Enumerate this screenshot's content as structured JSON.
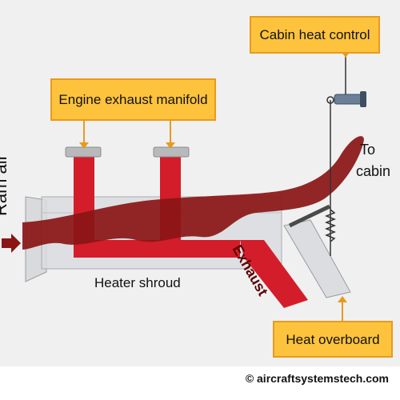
{
  "callouts": {
    "engine_exhaust_manifold": "Engine exhaust manifold",
    "cabin_heat_control": "Cabin heat control",
    "heat_overboard": "Heat overboard"
  },
  "labels": {
    "ram_air": "Ram air",
    "heater_shroud": "Heater shroud",
    "exhaust": "Exhaust",
    "to": "To",
    "cabin": "cabin"
  },
  "footer": {
    "copyright": "© aircraftsystemstech.com"
  },
  "colors": {
    "background": "#f0f0f1",
    "callout_fill": "#fdc33d",
    "callout_border": "#e89a1f",
    "exhaust_red": "#d31d2a",
    "heated_air_dark": "#8a1515",
    "shroud_gray": "#d9dadc",
    "manifold_flange": "#b8b9bb"
  }
}
